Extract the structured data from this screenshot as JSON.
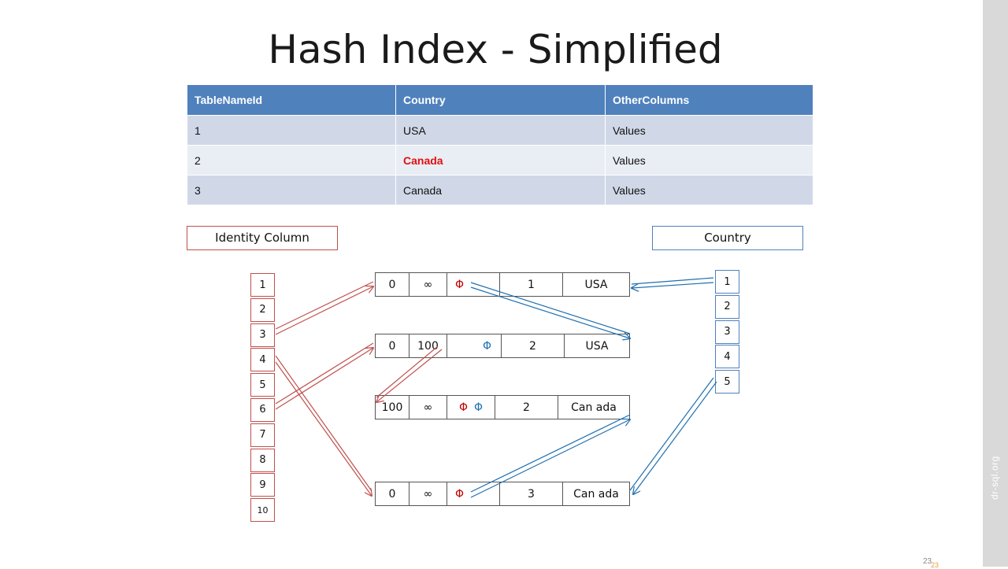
{
  "slide": {
    "title": "Hash Index - Simplified",
    "sidebar_text": "dr-sql.org",
    "page_number": "23",
    "page_number_copy": "23"
  },
  "table": {
    "headers": [
      "TableNameId",
      "Country",
      "OtherColumns"
    ],
    "rows": [
      [
        "1",
        "USA",
        "Values"
      ],
      [
        "2",
        "Canada",
        "Values"
      ],
      [
        "3",
        "Canada",
        "Values"
      ]
    ],
    "highlighted_cell": "Canada",
    "header_color": "#4f81bd",
    "highlight_color": "#e01010"
  },
  "labels": {
    "identity": "Identity Column",
    "country": "Country"
  },
  "identity_buckets": [
    "1",
    "2",
    "3",
    "4",
    "5",
    "6",
    "7",
    "8",
    "9",
    "10"
  ],
  "country_buckets": [
    "1",
    "2",
    "3",
    "4",
    "5"
  ],
  "hash_rows": [
    {
      "a": "0",
      "b": "∞",
      "phi": "Φ",
      "id": "1",
      "country": "USA"
    },
    {
      "a": "0",
      "b": "100",
      "phi": "Φ",
      "id": "2",
      "country": "USA"
    },
    {
      "a": "100",
      "b": "∞",
      "phi": "Φ",
      "phi2": "Φ",
      "id": "2",
      "country": "Can ada"
    },
    {
      "a": "0",
      "b": "∞",
      "phi": "Φ",
      "id": "3",
      "country": "Can ada"
    }
  ],
  "colors": {
    "identity_arrow": "#c0504d",
    "country_arrow": "#1f6fb0"
  }
}
